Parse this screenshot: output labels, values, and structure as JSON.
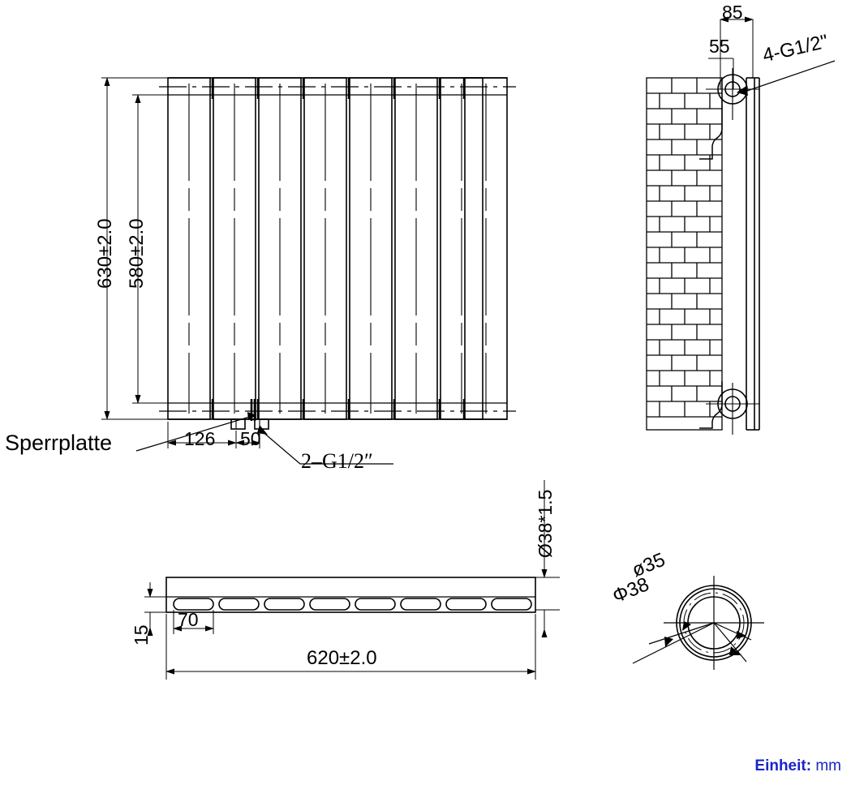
{
  "drawing": {
    "title": "Radiator technical drawing",
    "unit_note": {
      "label": "Einheit:",
      "value": "mm",
      "color": "#1a24c8"
    }
  },
  "front_view": {
    "name": "front-elevation",
    "panel_count": 8,
    "dimensions": {
      "overall_height": "630±2.0",
      "panel_height": "580±2.0",
      "offset_126": "126",
      "spacing_50": "50"
    },
    "callouts": {
      "blocking_plate": "Sperrplatte",
      "connections": "2–G1/2″"
    }
  },
  "side_view": {
    "name": "side-section-with-wall",
    "dimensions": {
      "depth_total": "85",
      "depth_inner": "55"
    },
    "callouts": {
      "connections": "4-G1/2\""
    },
    "wall": {
      "name": "brick-wall-hatch",
      "rows": 23
    }
  },
  "top_view": {
    "name": "top-plan-view",
    "oval_count": 8,
    "dimensions": {
      "length": "620±2.0",
      "oval_pitch": "70",
      "thickness": "15",
      "tube_spec": "Ø38*1.5"
    }
  },
  "detail_view": {
    "name": "tube-cross-section-detail",
    "dimensions": {
      "outer": "ø35",
      "inner": "Φ38"
    }
  },
  "colors": {
    "line": "#000000",
    "accent": "#1a24c8",
    "paper": "#ffffff"
  }
}
